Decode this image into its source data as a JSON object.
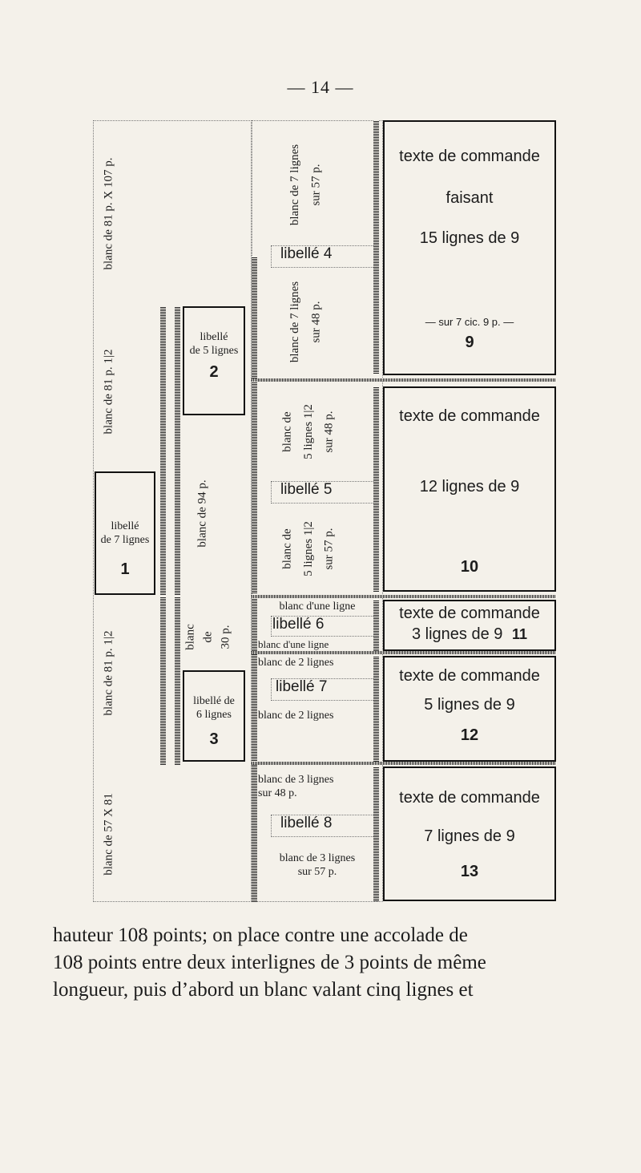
{
  "page": {
    "number": "— 14 —"
  },
  "left": {
    "blanc_81x107": "blanc de 81 p. X 107 p.",
    "blanc_81_half_a": "blanc de 81 p. 1|2",
    "libelle1": {
      "line1": "libellé",
      "line2": "de 7 lignes",
      "num": "1"
    },
    "blanc_81_half_b": "blanc de 81 p. 1|2",
    "blanc_57x81": "blanc de 57 X 81"
  },
  "mid": {
    "libelle2": {
      "line1": "libellé",
      "line2": "de 5 lignes",
      "num": "2"
    },
    "blanc_94": "blanc de 94 p.",
    "blanc_de_30": {
      "l1": "blanc",
      "l2": "de",
      "l3": "30 p."
    },
    "libelle3": {
      "line1": "libellé de",
      "line2": "6 lignes",
      "num": "3"
    }
  },
  "inner": {
    "blanc_7_57": {
      "l1": "blanc de 7 lignes",
      "l2": "sur 57 p."
    },
    "libelle4": "libellé 4",
    "blanc_7_48": {
      "l1": "blanc de 7 lignes",
      "l2": "sur 48 p."
    },
    "blanc_5_48": {
      "l1": "blanc de",
      "l2": "5 lignes 1|2",
      "l3": "sur 48 p."
    },
    "libelle5": "libellé 5",
    "blanc_5_57": {
      "l1": "blanc de",
      "l2": "5 lignes 1|2",
      "l3": "sur 57 p."
    },
    "blanc_une_top": "blanc d'une ligne",
    "libelle6": "libellé 6",
    "blanc_une_bottom": "blanc d'une ligne",
    "blanc_2_top": "blanc de 2 lignes",
    "libelle7": "libellé 7",
    "blanc_2_bottom": "blanc de 2 lignes",
    "blanc_3_48": {
      "l1": "blanc de 3 lignes",
      "l2": "sur 48 p."
    },
    "libelle8": "libellé 8",
    "blanc_3_57": {
      "l1": "blanc de 3 lignes",
      "l2": "sur 57 p."
    }
  },
  "right": {
    "box9": {
      "l1": "texte de commande",
      "l2": "faisant",
      "l3": "15 lignes de 9",
      "note": "— sur 7 cic. 9 p. —",
      "num": "9"
    },
    "box10": {
      "l1": "texte de commande",
      "l2": "12 lignes de 9",
      "num": "10"
    },
    "box11": {
      "l1": "texte de commande",
      "l2": "3 lignes de 9",
      "num": "11"
    },
    "box12": {
      "l1": "texte de commande",
      "l2": "5 lignes de 9",
      "num": "12"
    },
    "box13": {
      "l1": "texte de commande",
      "l2": "7 lignes de 9",
      "num": "13"
    }
  },
  "paragraph": {
    "line1": "hauteur 108 points; on place contre une accolade de",
    "line2": "108 points entre deux interlignes de 3 points de même",
    "line3": "longueur, puis d’abord un blanc valant cinq lignes et"
  }
}
